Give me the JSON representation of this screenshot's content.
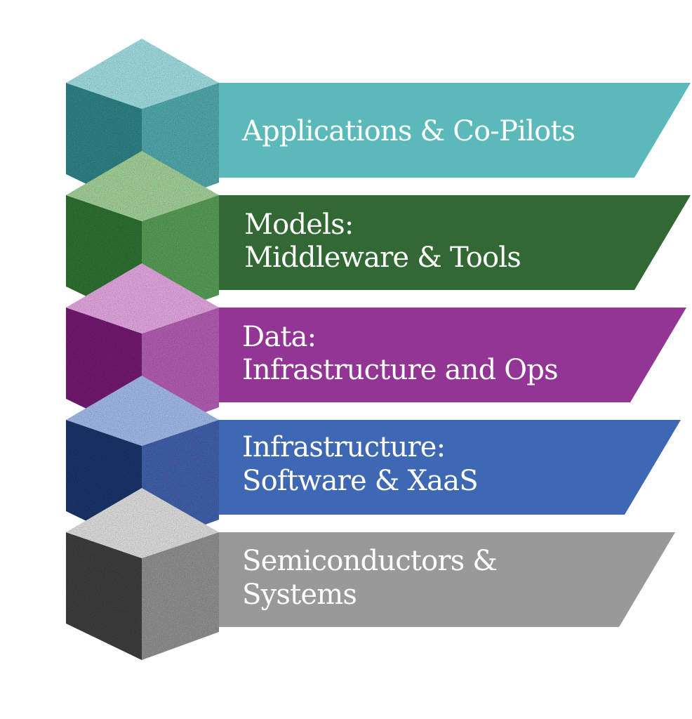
{
  "diagram": {
    "layers": [
      {
        "lines": [
          "Applications & Co-Pilots"
        ],
        "colors": {
          "banner": "#5BBAB9",
          "top": "#9CD8DA",
          "left": "#2F7F82",
          "right": "#4FA4A6"
        }
      },
      {
        "lines": [
          "Models:",
          "Middleware & Tools"
        ],
        "colors": {
          "banner": "#326834",
          "top": "#9ECB94",
          "left": "#2F6E31",
          "right": "#559955"
        }
      },
      {
        "lines": [
          "Data:",
          "Infrastructure and Ops"
        ],
        "colors": {
          "banner": "#923594",
          "top": "#DCA3D9",
          "left": "#6F1F6E",
          "right": "#AE5BAD"
        }
      },
      {
        "lines": [
          "Infrastructure:",
          "Software & XaaS"
        ],
        "colors": {
          "banner": "#3F68B4",
          "top": "#9FB6E3",
          "left": "#1F3566",
          "right": "#3F5EA5"
        }
      },
      {
        "lines": [
          "Semiconductors &",
          "Systems"
        ],
        "colors": {
          "banner": "#999999",
          "top": "#D8D8D8",
          "left": "#3E3E3E",
          "right": "#8C8C8C"
        }
      }
    ]
  }
}
